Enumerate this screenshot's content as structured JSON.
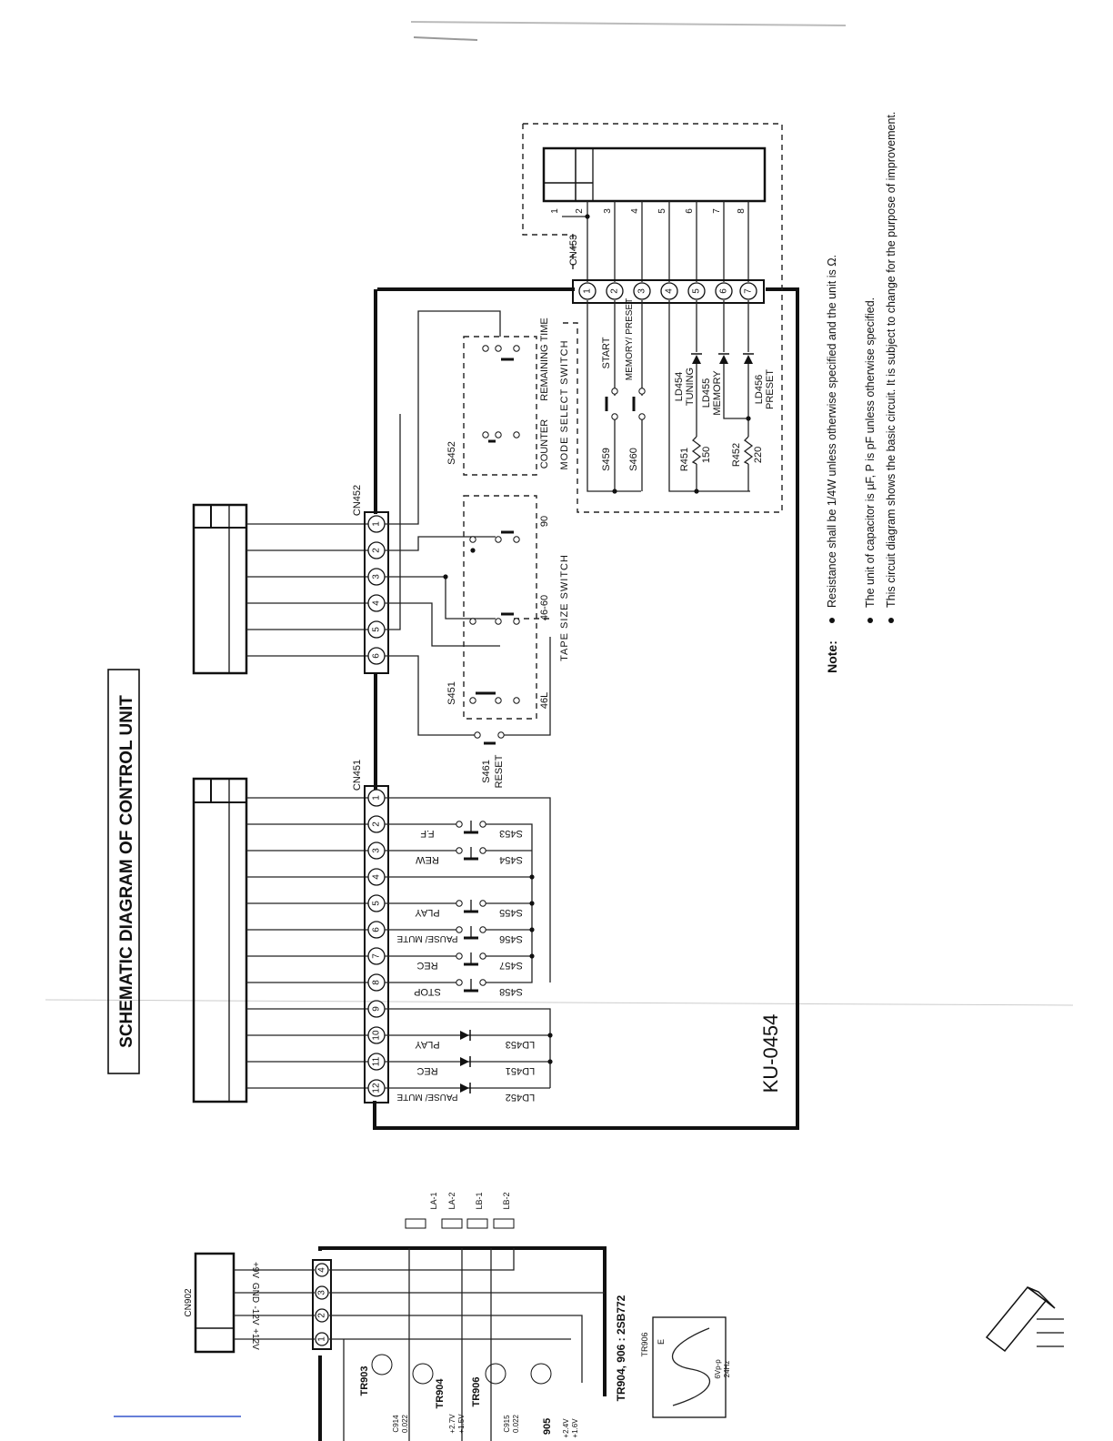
{
  "title": "SCHEMATIC DIAGRAM OF CONTROL UNIT",
  "board": "KU-0454",
  "connectors": {
    "cn451": "CN451",
    "cn452": "CN452",
    "cn453": "CN453",
    "cn902": "CN902"
  },
  "cn453_remote_pins": [
    "1",
    "2",
    "3",
    "4",
    "5",
    "6",
    "7",
    "8"
  ],
  "cn451_switches": [
    {
      "ref": "S453",
      "func": "F.F"
    },
    {
      "ref": "S454",
      "func": "REW"
    },
    {
      "ref": "S455",
      "func": "PLAY"
    },
    {
      "ref": "S456",
      "func": "PAUSE/ MUTE"
    },
    {
      "ref": "S457",
      "func": "REC"
    },
    {
      "ref": "S458",
      "func": "STOP"
    }
  ],
  "cn451_leds": [
    {
      "ref": "LD453",
      "func": "PLAY"
    },
    {
      "ref": "LD451",
      "func": "REC"
    },
    {
      "ref": "LD452",
      "func": "PAUSE/ MUTE"
    }
  ],
  "reset": {
    "ref": "S461",
    "func": "RESET"
  },
  "tape_size": {
    "s451": "S451",
    "positions": [
      "46L",
      "46-60",
      "90"
    ],
    "label": "TAPE SIZE SWITCH"
  },
  "mode_select": {
    "s452": "S452",
    "positions": [
      "COUNTER",
      "REMAINING TIME"
    ],
    "label": "MODE SELECT SWITCH"
  },
  "cn453_switches": [
    {
      "ref": "S459",
      "func": "START"
    },
    {
      "ref": "S460",
      "func": "MEMORY/ PRESET"
    }
  ],
  "cn453_leds": [
    {
      "ref": "LD454",
      "func": "TUNING"
    },
    {
      "ref": "LD455",
      "func": "MEMORY"
    },
    {
      "ref": "LD456",
      "func": "PRESET"
    }
  ],
  "resistors": [
    {
      "ref": "R451",
      "value": "150"
    },
    {
      "ref": "R452",
      "value": "220"
    }
  ],
  "notes": {
    "label": "Note:",
    "items": [
      "Resistance shall be 1/4W unless otherwise specified and the unit is Ω.",
      "The unit of capacitor is µF, P is pF unless otherwise specified.",
      "This circuit diagram shows the basic circuit. It is subject to change for the purpose of improvement."
    ]
  },
  "power_section": {
    "pins": [
      "+12V",
      "-12V",
      "GND",
      "+9V"
    ],
    "coils": [
      "LA-1",
      "LA-2",
      "LB-1",
      "LB-2"
    ],
    "transistors": [
      "TR903",
      "TR904",
      "TR906",
      "905"
    ],
    "caps": [
      "C914",
      "0.022",
      "C915",
      "0.022"
    ],
    "voltages": [
      "+2.7V",
      "+1.5V",
      "+2.4V",
      "+1.6V"
    ],
    "part_note": "TR904, 906 : 2SB772",
    "scope_ref": "TR906",
    "scope_pin": "E",
    "scope_amp": "6Vp-p",
    "scope_freq": "24Hz"
  }
}
